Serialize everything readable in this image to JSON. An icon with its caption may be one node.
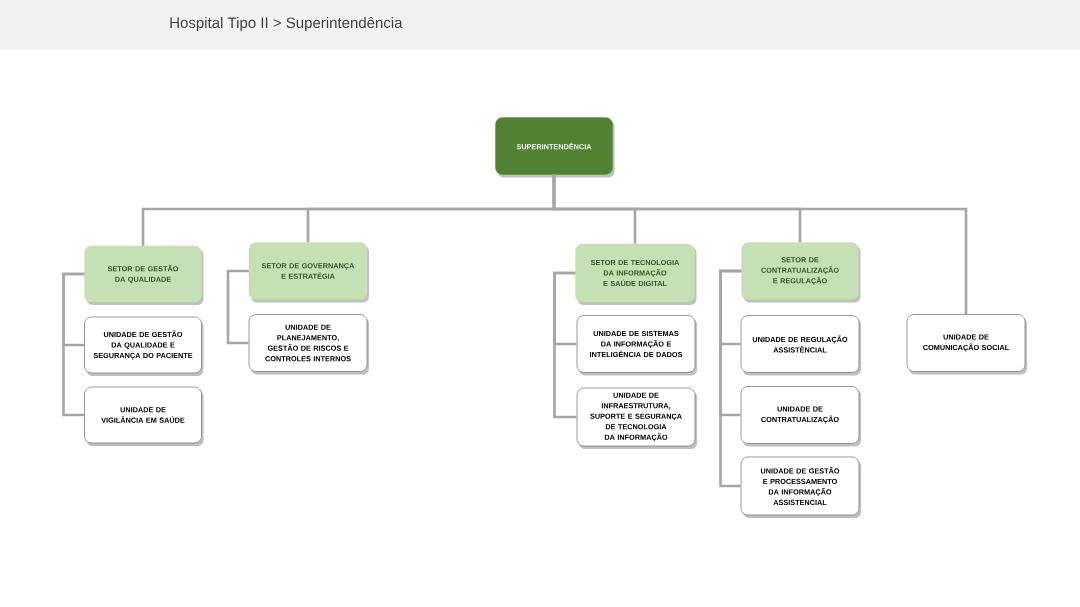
{
  "diagram": {
    "title": "Hospital Tipo II > Superintendência",
    "nodes": [
      {
        "text": [
          "SUPERINTENDÊNCIA"
        ]
      },
      {
        "text": [
          "SETOR DE GESTÃO DA QUALIDADE"
        ]
      },
      {
        "text": [
          "UNIDADE DE GESTÃO DA QUALIDADE E SEGURANÇA DO PACIENTE"
        ]
      },
      {
        "text": [
          "UNIDADE DE VIGILÂNCIA EM SAÚDE"
        ]
      },
      {
        "text": [
          "SETOR DE GOVERNANÇA E ESTRATÉGIA"
        ]
      },
      {
        "text": [
          "UNIDADE DE PLANEJAMENTO, GESTÃO DE RISCOS E CONTROLES INTERNOS"
        ]
      },
      {
        "text": [
          "SETOR DE TECNOLOGIA DA INFORMAÇÃO E SAÚDE DIGITAL"
        ]
      },
      {
        "text": [
          "UNIDADE DE SISTEMAS DA INFORMAÇÃO E INTELIGÊNCIA DE DADOS"
        ]
      },
      {
        "text": [
          "UNIDADE DE INFRAESTRUTURA, SUPORTE E SEGURANÇA DE TECNOLOGIA DA INFORMAÇÃO"
        ]
      },
      {
        "text": [
          "SETOR DE CONTRATUALIZAÇÃO E REGULAÇÃO"
        ]
      },
      {
        "text": [
          "UNIDADE DE REGULAÇÃO ASSISTÊNCIAL"
        ]
      },
      {
        "text": [
          "UNIDADE DE CONTRATUALIZAÇÃO"
        ]
      },
      {
        "text": [
          "UNIDADE DE GESTÃO E PROCESSAMENTO DA INFORMAÇÃO ASSISTENCIAL"
        ]
      },
      {
        "text": [
          "UNIDADE DE COMUNICAÇÃO SOCIAL"
        ]
      }
    ],
    "edges": [
      {
        "from": 0,
        "to": 1,
        "arrow": "none"
      },
      {
        "from": 0,
        "to": 4,
        "arrow": "none"
      },
      {
        "from": 0,
        "to": 6,
        "arrow": "none"
      },
      {
        "from": 0,
        "to": 9,
        "arrow": "none"
      },
      {
        "from": 0,
        "to": 13,
        "arrow": "none"
      },
      {
        "from": 1,
        "to": 2,
        "arrow": "none"
      },
      {
        "from": 1,
        "to": 3,
        "arrow": "none"
      },
      {
        "from": 4,
        "to": 5,
        "arrow": "none"
      },
      {
        "from": 6,
        "to": 7,
        "arrow": "none"
      },
      {
        "from": 6,
        "to": 8,
        "arrow": "none"
      },
      {
        "from": 9,
        "to": 10,
        "arrow": "none"
      },
      {
        "from": 9,
        "to": 11,
        "arrow": "none"
      },
      {
        "from": 9,
        "to": 12,
        "arrow": "none"
      }
    ]
  }
}
